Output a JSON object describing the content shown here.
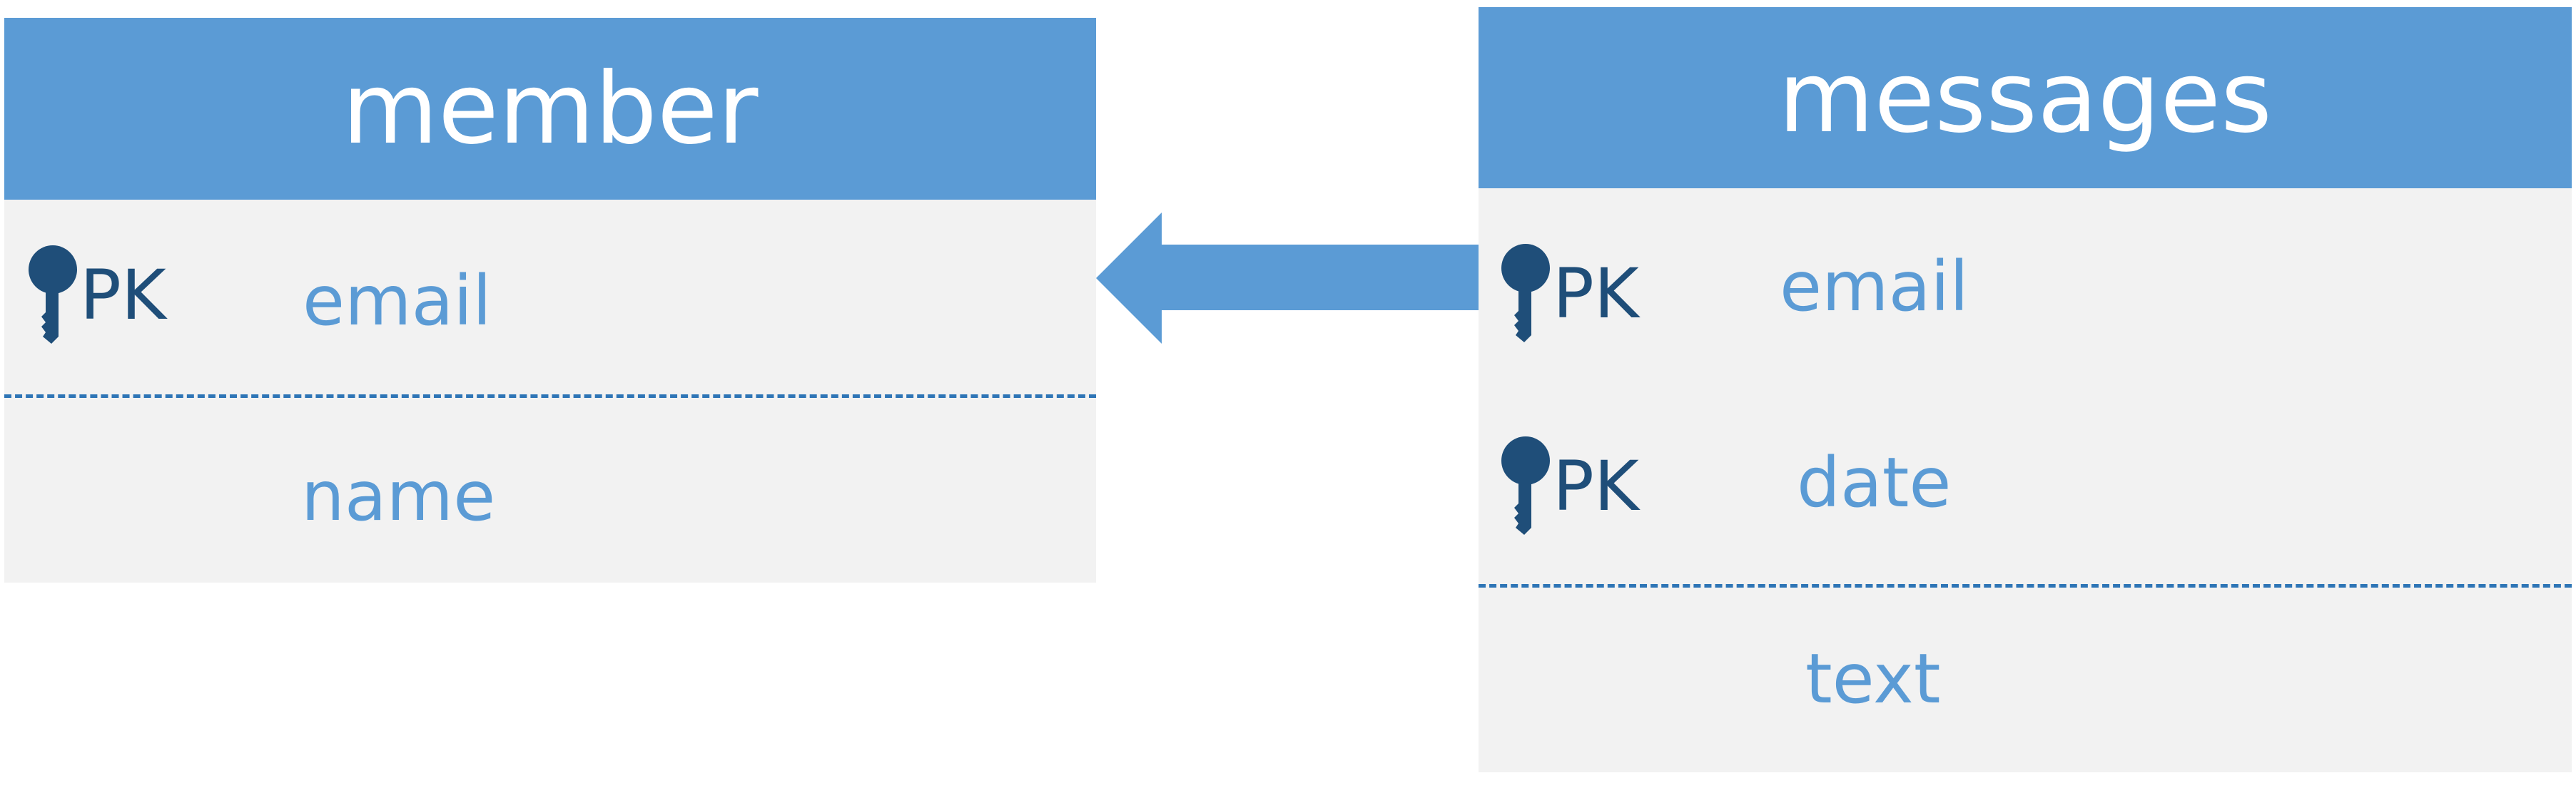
{
  "diagram": {
    "entities": [
      {
        "name": "member",
        "fields": [
          {
            "pk_label": "PK",
            "name": "email",
            "primary_key": true
          },
          {
            "name": "name",
            "primary_key": false
          }
        ]
      },
      {
        "name": "messages",
        "fields": [
          {
            "pk_label": "PK",
            "name": "email",
            "primary_key": true
          },
          {
            "pk_label": "PK",
            "name": "date",
            "primary_key": true
          },
          {
            "name": "text",
            "primary_key": false
          }
        ]
      }
    ],
    "relationship": {
      "from": "messages",
      "to": "member",
      "type": "foreign-key-arrow"
    },
    "colors": {
      "header_fill": "#5b9bd5",
      "header_text": "#ffffff",
      "body_fill": "#f2f2f2",
      "field_text": "#5b9bd5",
      "pk_text": "#1f4e79",
      "key_icon": "#1f4e79",
      "divider": "#2e75b6",
      "arrow": "#5b9bd5"
    },
    "icons": {
      "primary_key": "key-icon"
    }
  }
}
